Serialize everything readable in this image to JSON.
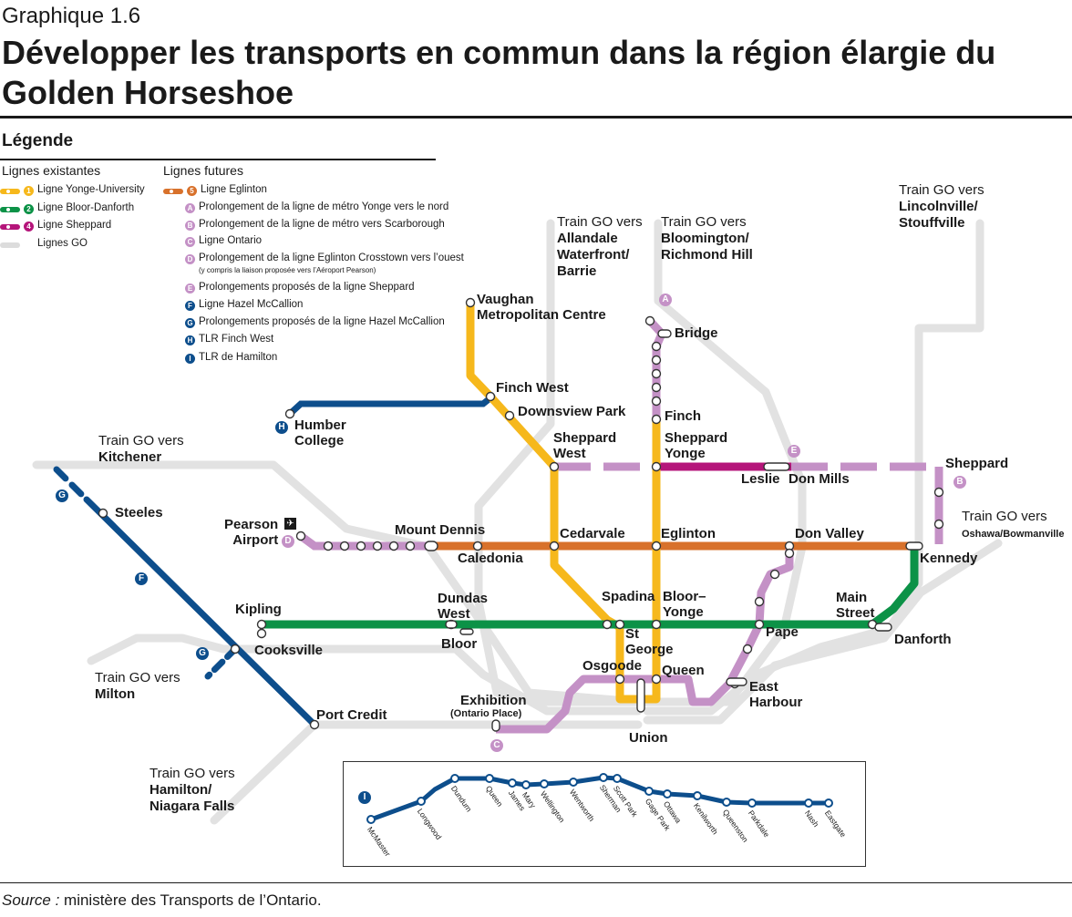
{
  "header": {
    "kicker": "Graphique 1.6",
    "title": "Développer les transports en commun dans la région élargie du Golden Horseshoe"
  },
  "legend": {
    "title": "Légende",
    "existing_heading": "Lignes existantes",
    "future_heading": "Lignes futures",
    "existing": [
      {
        "label": "Ligne Yonge-University",
        "badge": "1",
        "color": "#f6b81c"
      },
      {
        "label": "Ligne Bloor-Danforth",
        "badge": "2",
        "color": "#0c9247"
      },
      {
        "label": "Ligne Sheppard",
        "badge": "4",
        "color": "#b5157a"
      },
      {
        "label": "Lignes GO",
        "badge": "",
        "color": "#dcdcdc"
      }
    ],
    "future": [
      {
        "label": "Ligne Eglinton",
        "badge": "5",
        "color": "#d8712b"
      },
      {
        "label": "Prolongement de la ligne de métro Yonge vers le nord",
        "badge": "A",
        "color": "#c491c6"
      },
      {
        "label": "Prolongement de la ligne de métro vers Scarborough",
        "badge": "B",
        "color": "#c491c6"
      },
      {
        "label": "Ligne Ontario",
        "badge": "C",
        "color": "#c491c6"
      },
      {
        "label": "Prolongement de la ligne Eglinton Crosstown vers l’ouest",
        "badge": "D",
        "color": "#c491c6"
      },
      {
        "label": "Prolongements proposés de la ligne Sheppard",
        "badge": "E",
        "color": "#c491c6"
      },
      {
        "label": "Ligne Hazel McCallion",
        "badge": "F",
        "color": "#0d4e8c"
      },
      {
        "label": "Prolongements proposés de la ligne Hazel McCallion",
        "badge": "G",
        "color": "#0d4e8c"
      },
      {
        "label": "TLR Finch West",
        "badge": "H",
        "color": "#0d4e8c"
      },
      {
        "label": "TLR de Hamilton",
        "badge": "I",
        "color": "#0d4e8c"
      }
    ],
    "future_note": "(y compris la liaison proposée vers l’Aéroport Pearson)"
  },
  "colors": {
    "yonge": "#f6b81c",
    "bloor": "#0c9247",
    "sheppard": "#b5157a",
    "go": "#e2e2e2",
    "eglinton": "#d8712b",
    "future": "#c491c6",
    "blue": "#0d4e8c"
  },
  "go_labels": {
    "allandale_pre": "Train GO vers",
    "allandale": "Allandale",
    "allandale2": "Waterfront/",
    "allandale3": "Barrie",
    "richmond_pre": "Train GO vers",
    "richmond": "Bloomington/",
    "richmond2": "Richmond Hill",
    "stouff_pre": "Train GO vers",
    "stouff": "Lincolnville/",
    "stouff2": "Stouffville",
    "kitchener_pre": "Train GO vers",
    "kitchener": "Kitchener",
    "oshawa_pre": "Train GO vers",
    "oshawa": "Oshawa/Bowmanville",
    "milton_pre": "Train GO vers",
    "milton": "Milton",
    "hamilton_pre": "Train GO vers",
    "hamilton": "Hamilton/",
    "hamilton2": "Niagara Falls"
  },
  "stations": {
    "vaughan": "Vaughan",
    "vaughan2": "Metropolitan Centre",
    "finch_west": "Finch West",
    "downsview": "Downsview Park",
    "humber": "Humber",
    "humber2": "College",
    "sheppard_west": "Sheppard",
    "sheppard_west2": "West",
    "sheppard_yonge": "Sheppard",
    "sheppard_yonge2": "Yonge",
    "bridge": "Bridge",
    "finch": "Finch",
    "leslie": "Leslie",
    "don_mills": "Don Mills",
    "sheppard_east": "Sheppard",
    "steeles": "Steeles",
    "pearson": "Pearson",
    "pearson2": "Airport",
    "mount_dennis": "Mount Dennis",
    "caledonia": "Caledonia",
    "cedarvale": "Cedarvale",
    "eglinton": "Eglinton",
    "don_valley": "Don Valley",
    "kennedy": "Kennedy",
    "kipling": "Kipling",
    "cooksville": "Cooksville",
    "dundas_west": "Dundas",
    "dundas_west2": "West",
    "bloor": "Bloor",
    "spadina": "Spadina",
    "st_george": "St",
    "st_george2": "George",
    "bloor_yonge": "Bloor–",
    "bloor_yonge2": "Yonge",
    "pape": "Pape",
    "main_street": "Main",
    "main_street2": "Street",
    "danforth": "Danforth",
    "osgoode": "Osgoode",
    "queen": "Queen",
    "east_harbour": "East",
    "east_harbour2": "Harbour",
    "exhibition": "Exhibition",
    "exhibition2": "(Ontario Place)",
    "union": "Union",
    "port_credit": "Port Credit"
  },
  "map_badges": {
    "A": "A",
    "B": "B",
    "C": "C",
    "D": "D",
    "E": "E",
    "F": "F",
    "G": "G",
    "H": "H",
    "I": "I"
  },
  "hamilton_lrt": {
    "stops": [
      "McMaster",
      "Longwood",
      "Dundurn",
      "Queen",
      "James",
      "Mary",
      "Wellington",
      "Wentworth",
      "Sherman",
      "Scott Park",
      "Gage Park",
      "Ottawa",
      "Kenilworth",
      "Queenston",
      "Parkdale",
      "Nash",
      "Eastgate"
    ]
  },
  "footer": {
    "source_label": "Source :",
    "source_text": " ministère des Transports de l’Ontario."
  }
}
